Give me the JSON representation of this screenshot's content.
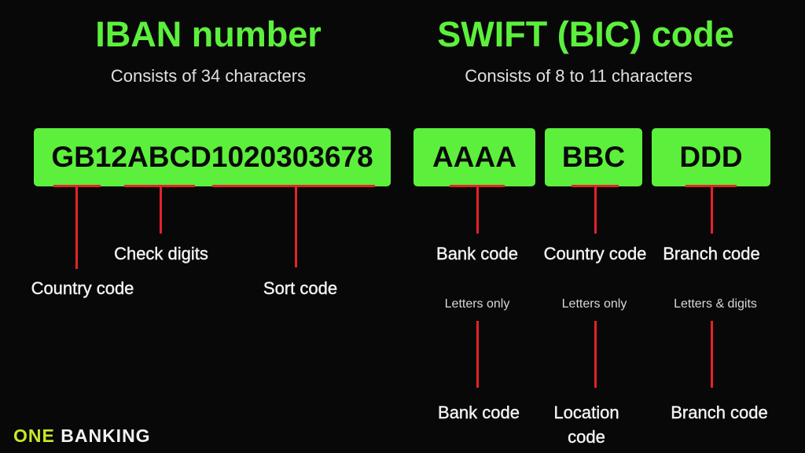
{
  "iban": {
    "title": "IBAN number",
    "subtitle": "Consists of 34 characters",
    "code": "GB12ABCD1020303678",
    "labels": {
      "check_digits": "Check digits",
      "country_code": "Country code",
      "sort_code": "Sort code"
    }
  },
  "swift": {
    "title": "SWIFT (BIC) code",
    "subtitle": "Consists of 8 to 11 characters",
    "segments": [
      {
        "code": "AAAA",
        "label": "Bank code",
        "note": "Letters only",
        "bottom": "Bank code"
      },
      {
        "code": "BBC",
        "label": "Country code",
        "note": "Letters only",
        "bottom": "Location code"
      },
      {
        "code": "DDD",
        "label": "Branch code",
        "note": "Letters & digits",
        "bottom": "Branch code"
      }
    ]
  },
  "logo": {
    "part1": "ONE",
    "part2": "BANKING"
  },
  "colors": {
    "accent": "#5cf03c",
    "line": "#e5222a",
    "background": "#080808",
    "logo_accent": "#c6e82a"
  }
}
